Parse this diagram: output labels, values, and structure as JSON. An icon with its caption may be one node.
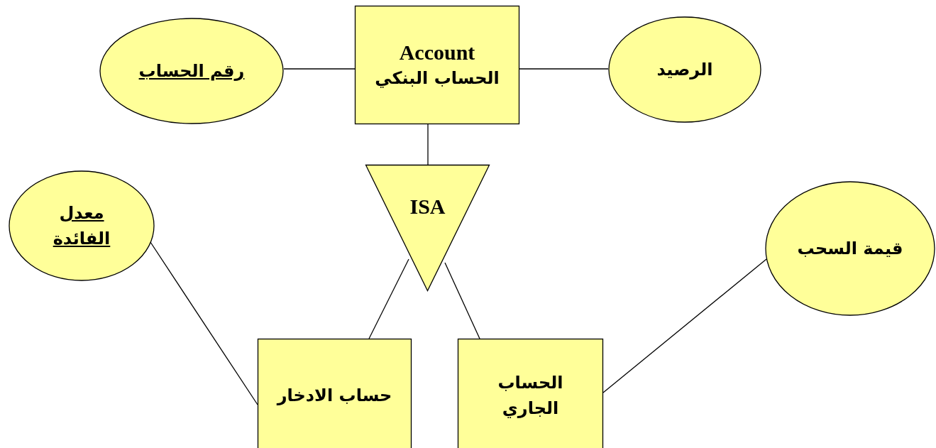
{
  "diagram": {
    "nodes": [
      {
        "text": [
          "Account",
          "الحساب البنكي"
        ]
      },
      {
        "text": [
          "رقم الحساب"
        ]
      },
      {
        "text": [
          "الرصيد"
        ]
      },
      {
        "text": [
          "ISA"
        ]
      },
      {
        "text": [
          "معدل الفائدة"
        ]
      },
      {
        "text": [
          "قيمة السحب"
        ]
      },
      {
        "text": [
          "حساب الادخار"
        ]
      },
      {
        "text": [
          "الحساب الجاري"
        ]
      }
    ],
    "edges": [
      {
        "from": 1,
        "to": 0,
        "arrow": "none"
      },
      {
        "from": 0,
        "to": 2,
        "arrow": "none"
      },
      {
        "from": 0,
        "to": 3,
        "arrow": "none"
      },
      {
        "from": 3,
        "to": 6,
        "arrow": "none"
      },
      {
        "from": 3,
        "to": 7,
        "arrow": "none"
      },
      {
        "from": 4,
        "to": 6,
        "arrow": "none"
      },
      {
        "from": 5,
        "to": 7,
        "arrow": "none"
      }
    ]
  }
}
